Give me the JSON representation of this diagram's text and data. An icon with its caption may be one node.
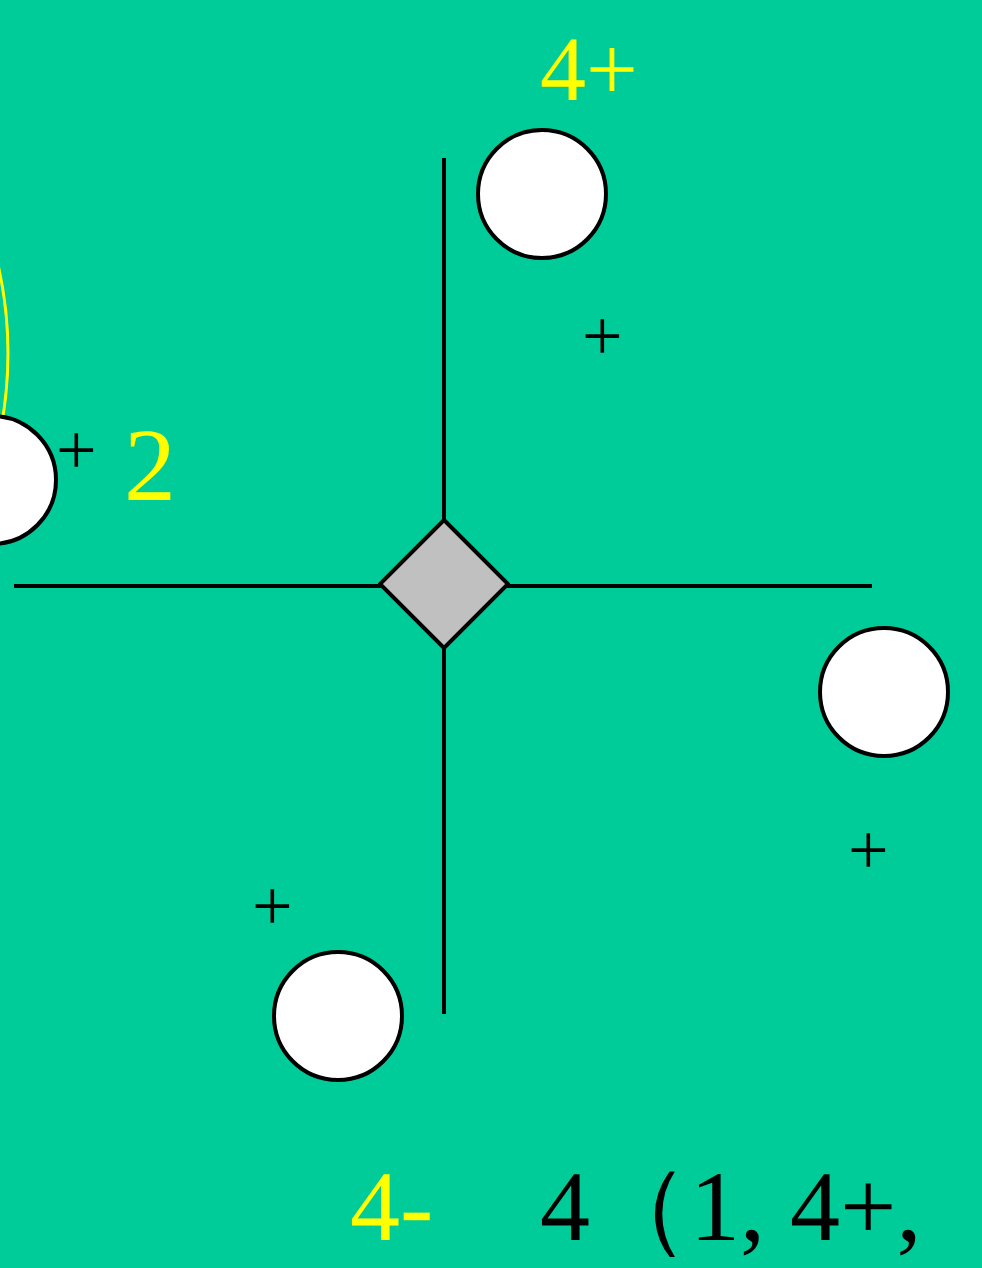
{
  "diagram": {
    "nodes": [
      {
        "text": [],
        "shape": "circle"
      },
      {
        "text": [],
        "shape": "circle"
      },
      {
        "text": [],
        "shape": "diamond"
      },
      {
        "text": [],
        "shape": "circle"
      },
      {
        "text": [],
        "shape": "circle"
      }
    ],
    "labels": [
      "4+",
      "+",
      "+",
      "2",
      "+",
      "+",
      "4-",
      "4（1, 4+,"
    ]
  }
}
